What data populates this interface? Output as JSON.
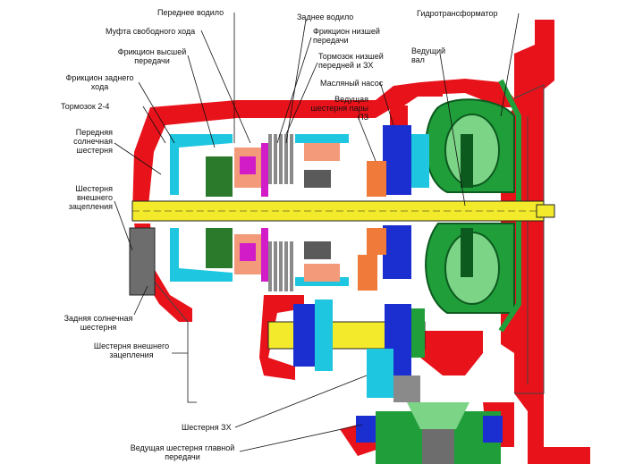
{
  "labels": {
    "front_carrier": "Переднее водило",
    "freewheel_clutch": "Муфта свободного хода",
    "rear_carrier": "Заднее водило",
    "low_gear_clutch": "Фрикцион низшей\nпередачи",
    "torque_converter": "Гидротрансформатор",
    "high_gear_clutch": "Фрикцион высшей\nпередачи",
    "low_reverse_brake": "Тормозок низшей\nпередней и ЗХ",
    "input_shaft": "Ведущий\nвал",
    "reverse_clutch": "Фрикцион заднего\nхода",
    "oil_pump": "Масляный насос",
    "brake_2_4": "Тормозок 2-4",
    "drive_gear_pair_pz": "Ведущая\nшестерня пары\nПЗ",
    "front_sun_gear": "Передняя\nсолнечная\nшестерня",
    "external_mesh_gear_1": "Шестерня\nвнешнего\nзацепления",
    "rear_sun_gear": "Задняя солнечная\nшестерня",
    "external_mesh_gear_2": "Шестерня внешнего\nзацепления",
    "reverse_gear": "Шестерня ЗХ",
    "final_drive_gear": "Ведущая шестерня  главной\nпередачи"
  },
  "colors": {
    "housing": "#e8121a",
    "torque_converter": "#1f9e3a",
    "shaft": "#f2ea2a",
    "pump": "#1b2fd0",
    "planet_magenta": "#d21cc8",
    "cyan": "#1fc6e0",
    "orange": "#f07a3a",
    "clutch_gray": "#8a8a8a",
    "dark": "#222222"
  }
}
